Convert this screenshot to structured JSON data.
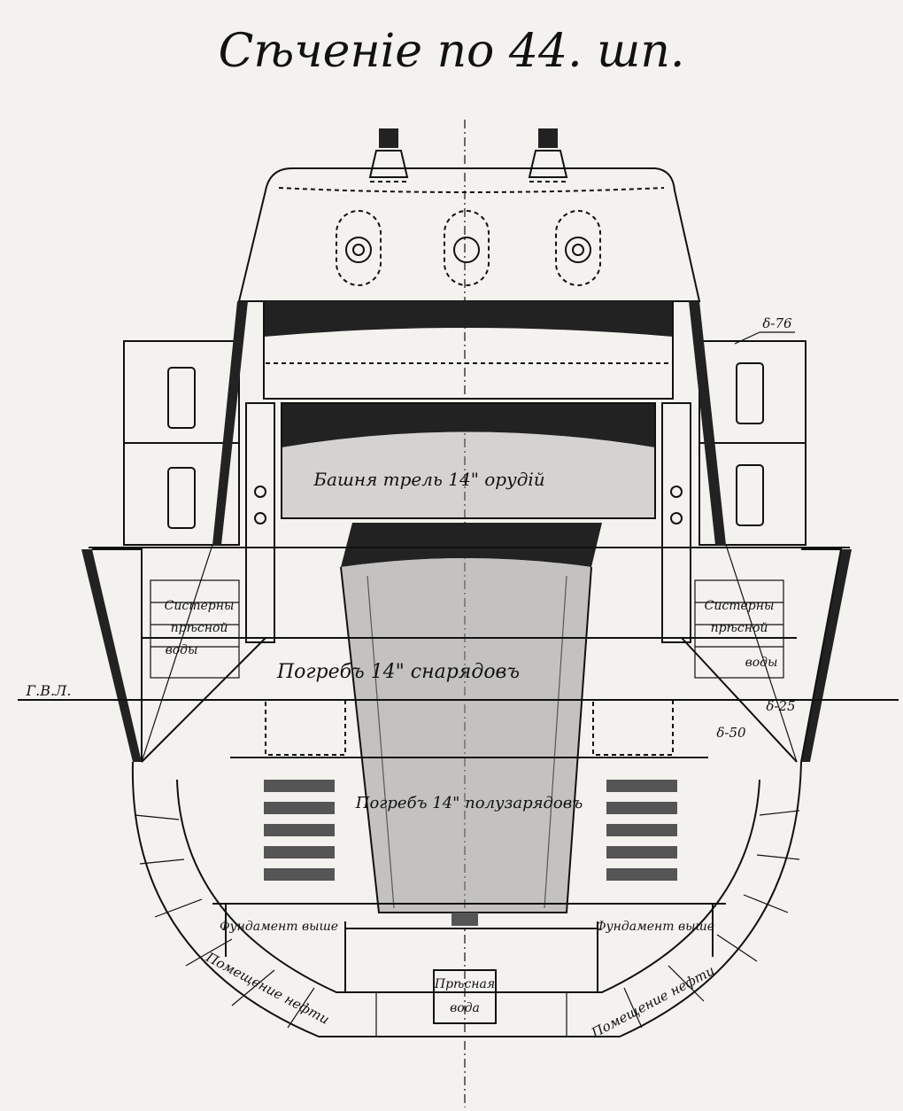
{
  "title": "Сѣченіе по 44. шп.",
  "labels": {
    "turret": "Башня трель 14\" орудій",
    "shell_room": "Погребъ 14\" снарядовъ",
    "powder_room": "Погребъ 14\" полузарядовъ",
    "left_tanks": [
      "Систерны",
      "прѣсной",
      "воды"
    ],
    "right_tanks": [
      "Систерны",
      "прѣсной",
      "воды"
    ],
    "left_bottom_pair": "Фундамент выше",
    "right_bottom_pair": "Фундамент выше",
    "left_curve": "Помещение нефти",
    "right_curve": "Помещение нефти",
    "center_bottom": [
      "Прѣсная",
      "вода"
    ],
    "waterline": "Г.В.Л.",
    "dim_76": "δ-76",
    "dim_25": "δ-25",
    "dim_50": "δ-50"
  }
}
